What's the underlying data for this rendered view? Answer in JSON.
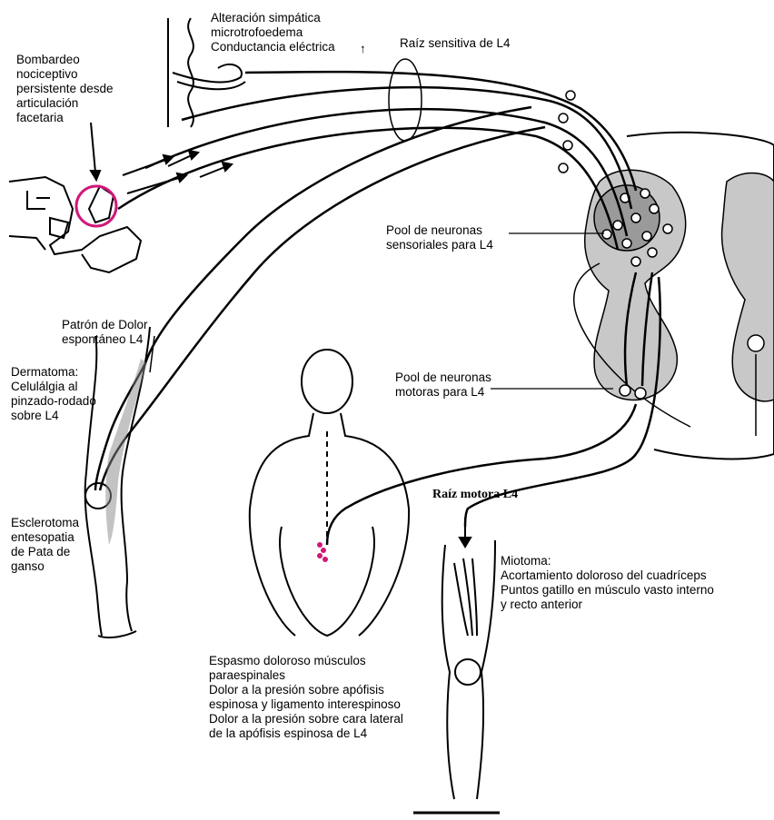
{
  "labels": {
    "bombardeo": "Bombardeo\nnociceptivo\npersistente desde\narticulación\nfacetaria",
    "alteracion": "Alteración simpática\nmicrotrofoedema\nConductancia eléctrica",
    "conductancia_arrow": "↑",
    "raiz_sensitiva": "Raíz sensitiva de L4",
    "pool_sensoriales": "Pool de neuronas\nsensoriales para L4",
    "patron_dolor": "Patrón de Dolor\nespontáneo L4",
    "dermatoma": "Dermatoma:\nCelulálgia al\npinzado-rodado\nsobre L4",
    "pool_motoras": "Pool de neuronas\nmotoras para L4",
    "esclerotoma": "Esclerotoma\nentesopatia\nde Pata de\nganso",
    "raiz_motora": "Raíz motora L4",
    "miotoma": "Miotoma:\nAcortamiento doloroso del cuadríceps\nPuntos gatillo en músculo vasto interno\ny recto anterior",
    "espasmo": "Espasmo doloroso músculos\nparaespinales\nDolor a la presión sobre apófisis\nespinosa y ligamento interespinoso\nDolor a la presión sobre cara lateral\nde la apófisis espinosa de L4"
  },
  "colors": {
    "highlight": "#d0187a",
    "line": "#000000",
    "gray_matter": "#c8c8c8"
  }
}
